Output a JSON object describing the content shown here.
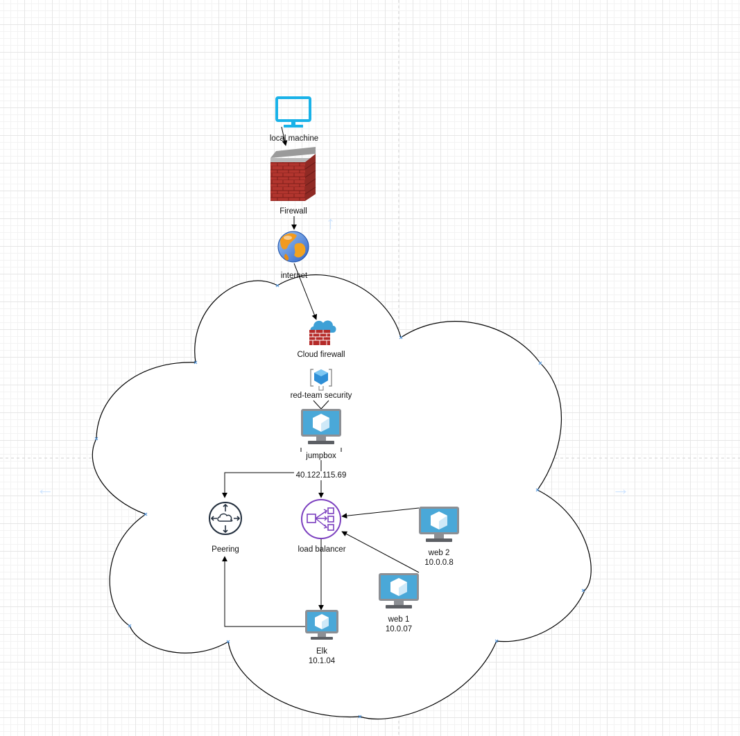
{
  "nodes": {
    "local_machine": {
      "label": "local machine",
      "icon": "monitor-icon"
    },
    "firewall": {
      "label": "Firewall",
      "icon": "brick-firewall-icon"
    },
    "internet": {
      "label": "internet",
      "icon": "globe-icon"
    },
    "cloud_firewall": {
      "label": "Cloud firewall",
      "icon": "cloud-firewall-icon"
    },
    "red_team": {
      "label": "red-team security",
      "icon": "network-security-group-icon"
    },
    "jumpbox": {
      "label": "jumpbox",
      "icon": "virtual-machine-icon"
    },
    "jumpbox_ip": {
      "label": "40.122.115.69"
    },
    "peering": {
      "label": "Peering",
      "icon": "peering-router-icon"
    },
    "load_balancer": {
      "label": "load balancer",
      "icon": "load-balancer-icon"
    },
    "web2": {
      "label": "web 2",
      "ip": "10.0.0.8",
      "icon": "virtual-machine-icon"
    },
    "web1": {
      "label": "web 1",
      "ip": "10.0.07",
      "icon": "virtual-machine-icon"
    },
    "elk": {
      "label": "Elk",
      "ip": "10.1.04",
      "icon": "virtual-machine-icon"
    }
  },
  "colors": {
    "monitor": "#1ab2e8",
    "vm_screen": "#4aa8d8",
    "vm_frame": "#8c8f94",
    "load_balancer": "#7b3fbf",
    "peering": "#232f3e",
    "brick": "#b2352e",
    "cloud_stroke": "#000000",
    "guide": "#cfcfcf"
  }
}
